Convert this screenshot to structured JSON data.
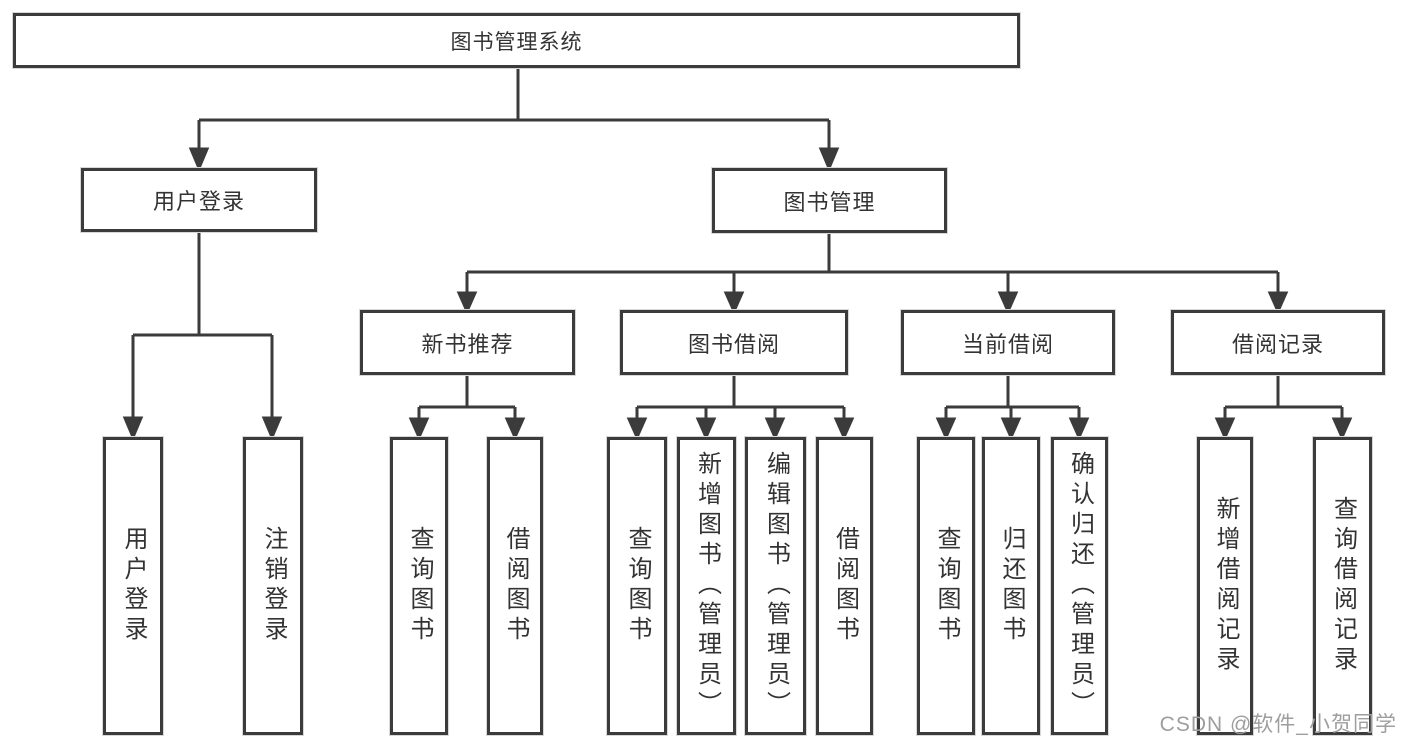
{
  "tree": {
    "root": "图书管理系统",
    "branches": [
      {
        "label": "用户登录",
        "children": [
          "用户登录",
          "注销登录"
        ]
      },
      {
        "label": "图书管理",
        "sections": [
          {
            "label": "新书推荐",
            "children": [
              "查询图书",
              "借阅图书"
            ]
          },
          {
            "label": "图书借阅",
            "children": [
              "查询图书",
              "新增图书（管理员）",
              "编辑图书（管理员）",
              "借阅图书"
            ]
          },
          {
            "label": "当前借阅",
            "children": [
              "查询图书",
              "归还图书",
              "确认归还（管理员）"
            ]
          },
          {
            "label": "借阅记录",
            "children": [
              "新增借阅记录",
              "查询借阅记录"
            ]
          }
        ]
      }
    ]
  },
  "watermark": "CSDN @软件_小贺同学",
  "colors": {
    "line": "#3b3b3b",
    "text": "#333333",
    "box_background": "#ffffff",
    "watermark": "#9e9e9e",
    "page_background": "#ffffff"
  }
}
